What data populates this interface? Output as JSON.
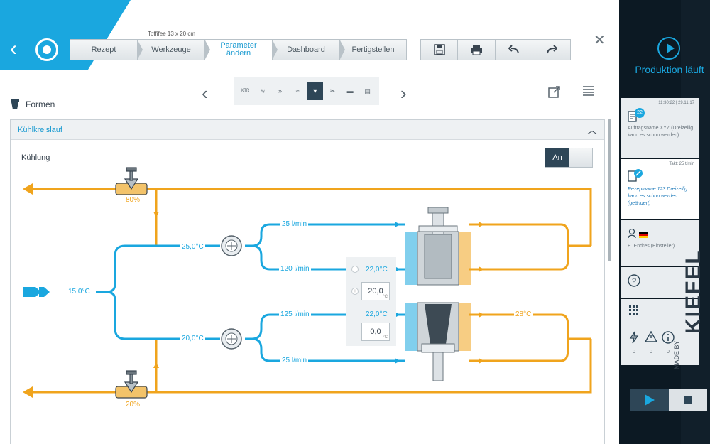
{
  "header": {
    "recipe_size": "Toffifee 13 x 20 cm",
    "steps": [
      "Rezept",
      "Werkzeuge",
      "Parameter ändern",
      "Dashboard",
      "Fertigstellen"
    ],
    "active_step": 2
  },
  "toolbar": {
    "icons": [
      "save-icon",
      "print-icon",
      "undo-icon",
      "redo-icon"
    ]
  },
  "subtoolbar": {
    "icons": [
      "ktr-icon",
      "temperature-zones-icon",
      "conveyor-icon",
      "heating-icon",
      "forming-icon",
      "cutting-icon",
      "stacker-icon",
      "packaging-icon"
    ],
    "ktr_label": "KTR",
    "active_index": 4
  },
  "section": {
    "title": "Formen"
  },
  "panel": {
    "title": "Kühlkreislauf",
    "cooling_label": "Kühlung",
    "toggle_on": "An"
  },
  "diagram": {
    "valve_top_pct": "80%",
    "valve_bottom_pct": "20%",
    "inlet_temp": "15,0°C",
    "upper_branch_temp": "25,0°C",
    "lower_branch_temp": "20,0°C",
    "flow_1": "25 l/min",
    "flow_2": "120 l/min",
    "flow_3": "125 l/min",
    "flow_4": "25 l/min",
    "mold_top_temp": "22,0°C",
    "mold_bottom_temp": "22,0°C",
    "setpoint_top": "20,0",
    "setpoint_bottom": "0,0",
    "setpoint_unit": "°C",
    "outlet_temp": "28°C"
  },
  "colors": {
    "cold": "#1aa7df",
    "warm": "#f0a41d",
    "dark": "#2e4657"
  },
  "sidebar": {
    "status": "Produktion läuft",
    "card1": {
      "time": "11:30:22 | 29.11.17",
      "badge": "22",
      "text": "Auftragsname XYZ (Dreizeilig kann es schon werden)"
    },
    "card2": {
      "time": "Takt: 25 t/min",
      "text": "Rezeptname 123 Dreizeilig kann es schon werden... (geändert)"
    },
    "card3": {
      "text": "E. Endres (Einsteller)"
    },
    "counters": [
      "0",
      "0",
      "0"
    ],
    "made_by": "MADE BY",
    "brand": "KIEFEL"
  }
}
